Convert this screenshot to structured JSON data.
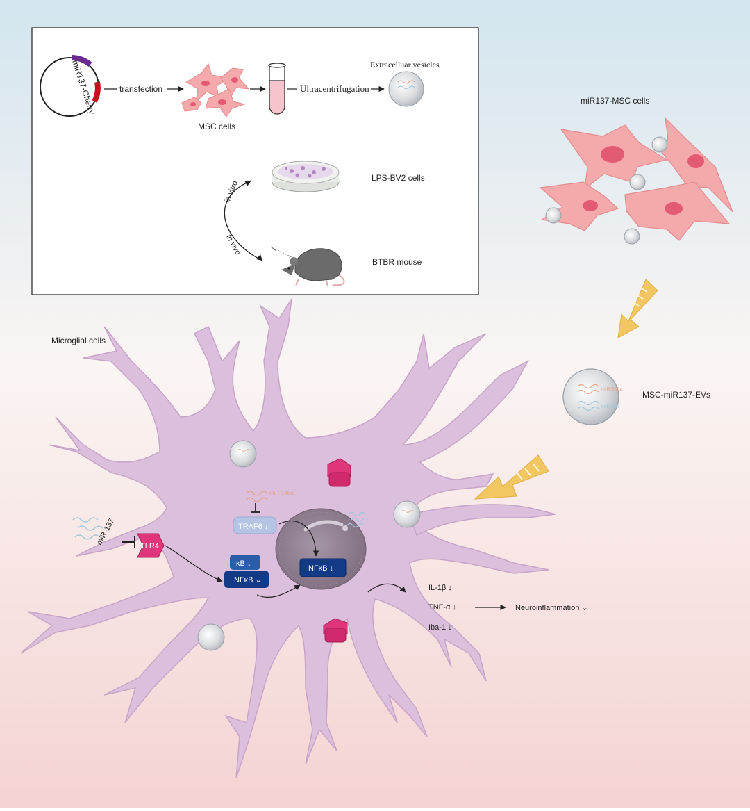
{
  "colors": {
    "bg_top": "#d6e6ef",
    "bg_mid": "#faf3f1",
    "bg_bottom": "#f4d6d4",
    "msc_cell": "#f4a9ab",
    "msc_nucleus": "#e35b72",
    "microglia": "#dcbfdd",
    "microglia_edge": "#c7a4c8",
    "nucleus": "#8d7a8e",
    "receptor": "#e0357a",
    "nfkb_dark": "#133a86",
    "ikb": "#2a5ea8",
    "traf6": "#b5c4e4",
    "arrow_gold": "#f2c660",
    "mir146a_color": "#e6a487",
    "mir137_color": "#9fc8de"
  },
  "protocol": {
    "plasmid_label": "miR137-Cherry",
    "step_transfection": "transfection",
    "msc_cells_label": "MSC cells",
    "step_ultracentrifugation": "Ultracentrifugation",
    "ev_label": "Extracelluar vesicles",
    "invitro_label": "in vitro",
    "invivo_label": "in vivo",
    "bv2_label": "LPS-BV2 cells",
    "mouse_label": "BTBR mouse"
  },
  "right": {
    "msc_title": "miR137-MSC cells",
    "ev_title": "MSC-miR137-EVs",
    "ev_mir146a": "miR-146a",
    "ev_mir137": "miR-137"
  },
  "microglia": {
    "title": "Microglial cells",
    "mir137": "miR-137",
    "tlr4": "TLR4",
    "mir146a": "miR-146a",
    "traf6": "TRAF6 ↓",
    "ikb": "IκB ↓",
    "nfkb_cyto": "NFκB ⌄",
    "nfkb_nuc": "NFκB ↓"
  },
  "outputs": {
    "il1b": "IL-1β ↓",
    "tnfa": "TNF-α ↓",
    "iba1": "Iba-1 ↓",
    "neuroinflammation": "Neuroinflammation ⌄"
  }
}
